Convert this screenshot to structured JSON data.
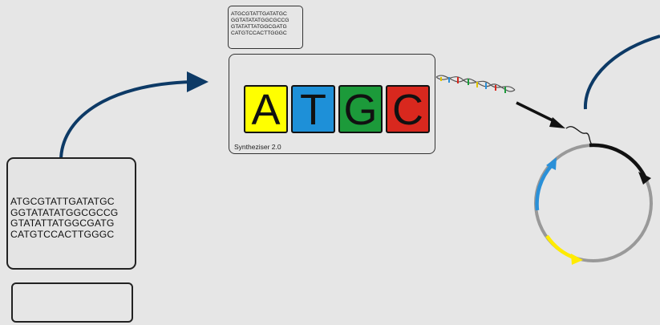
{
  "computer": {
    "sequence_lines": [
      "ATGCGTATTGATATGC",
      "GGTATATATGGCGCCG",
      "GTATATTATGGCGATG",
      "CATGTCCACTTGGGC"
    ]
  },
  "mini_card": {
    "sequence_lines": [
      "ATGCGTATTGATATGC",
      "GGTATATATGGCGCCG",
      "GTATATTATGGCGATG",
      "CATGTCCACTTGGGC"
    ]
  },
  "synthesizer": {
    "label": "Syntheziser 2.0",
    "tiles": [
      {
        "letter": "A",
        "color": "#ffff00"
      },
      {
        "letter": "T",
        "color": "#1e90d8"
      },
      {
        "letter": "G",
        "color": "#1c9a3a"
      },
      {
        "letter": "C",
        "color": "#d8281e"
      }
    ]
  },
  "colors": {
    "arrow": "#0d3a66",
    "plasmid_backbone": "#999999",
    "plasmid_insert": "#111111",
    "plasmid_blue_feature": "#2a90d8",
    "plasmid_yellow_feature": "#ffeb00"
  }
}
